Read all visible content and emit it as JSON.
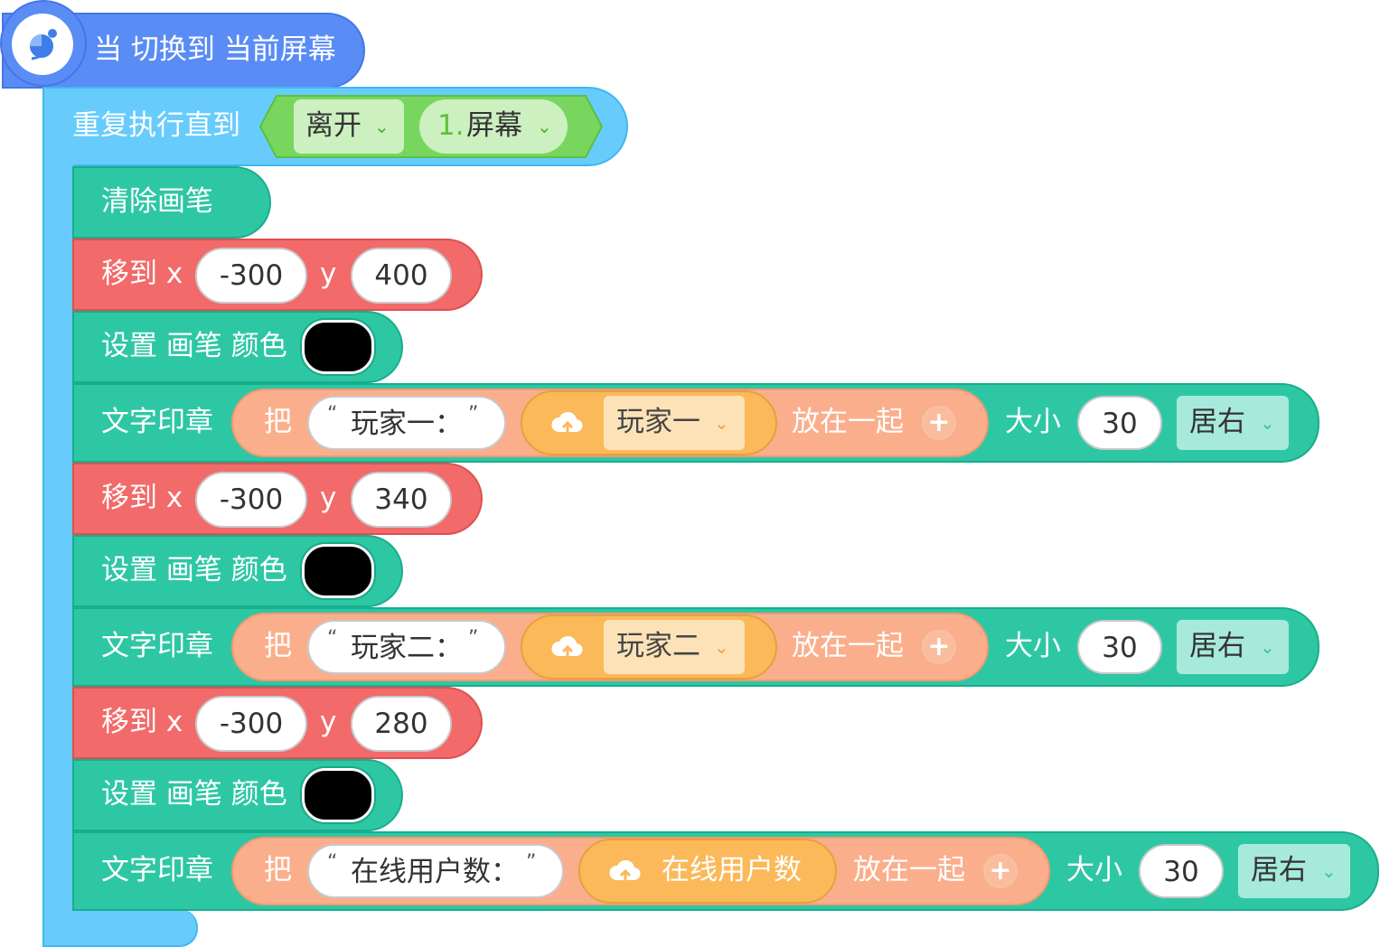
{
  "hat": {
    "label": "当 切换到 当前屏幕",
    "icon": "planet-satellite-icon"
  },
  "loop": {
    "label": "重复执行直到",
    "cond_event": "离开",
    "cond_screen_num": "1.",
    "cond_screen_name": "屏幕"
  },
  "clear": {
    "label": "清除画笔"
  },
  "move_label": "移到 x",
  "move_y_label": "y",
  "pen_color_label": "设置 画笔 颜色",
  "stamp_label": "文字印章",
  "join_prefix": "把",
  "join_suffix": "放在一起",
  "plus_symbol": "+",
  "size_label": "大小",
  "open_quote": "“",
  "close_quote": "”",
  "pen_color": "#000000",
  "moves": [
    {
      "x": "-300",
      "y": "400"
    },
    {
      "x": "-300",
      "y": "340"
    },
    {
      "x": "-300",
      "y": "280"
    }
  ],
  "stamps": [
    {
      "text": "玩家一：",
      "var": "玩家一",
      "size": "30",
      "align": "居右"
    },
    {
      "text": "玩家二：",
      "var": "玩家二",
      "size": "30",
      "align": "居右"
    },
    {
      "text": "在线用户数：",
      "var": "在线用户数",
      "size": "30",
      "align": "居右"
    }
  ]
}
